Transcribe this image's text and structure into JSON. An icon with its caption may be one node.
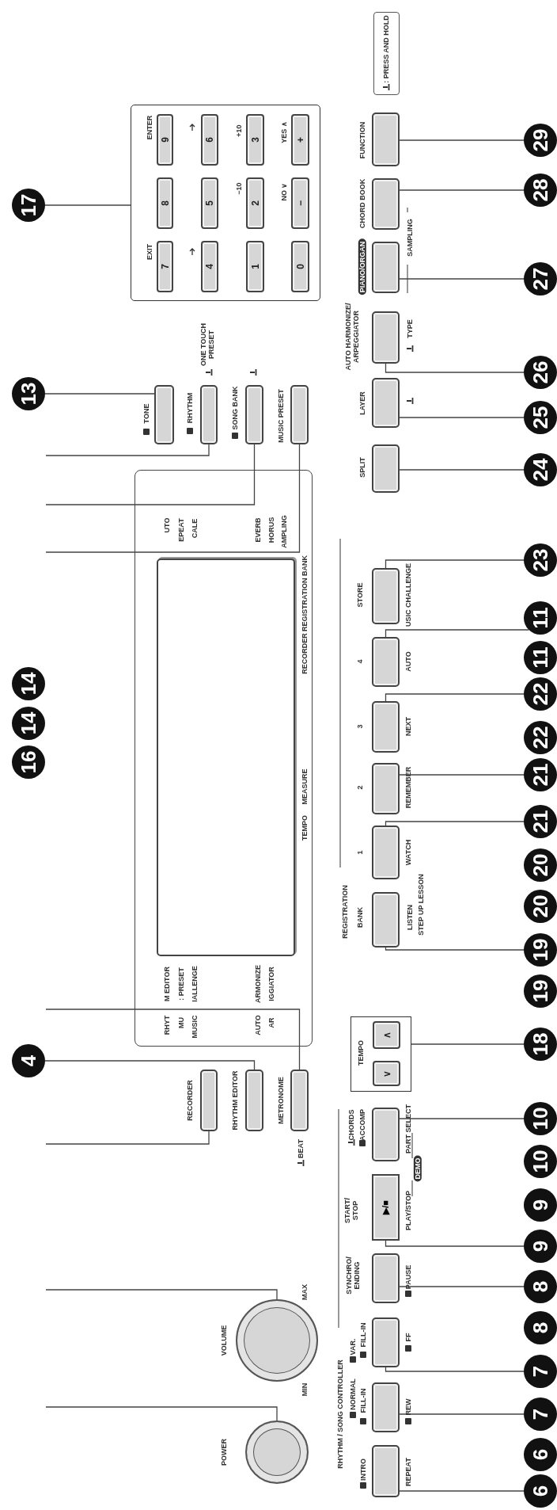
{
  "diagram": {
    "nodes": [
      {
        "text": [],
        "shape": "box"
      },
      {
        "text": [
          "7"
        ],
        "in": 0,
        "beside": [
          "EXIT"
        ]
      },
      {
        "text": [
          "8"
        ],
        "in": 0
      },
      {
        "text": [
          "9"
        ],
        "in": 0,
        "beside": [
          "ENTER"
        ]
      },
      {
        "text": [
          "4"
        ],
        "in": 0
      },
      {
        "text": [
          "5"
        ],
        "in": 0
      },
      {
        "text": [
          "6"
        ],
        "in": 0
      },
      {
        "text": [
          "1"
        ],
        "in": 0
      },
      {
        "text": [
          "2"
        ],
        "in": 0,
        "beside": [
          "−10"
        ]
      },
      {
        "text": [
          "3"
        ],
        "in": 0,
        "beside": [
          "+10"
        ]
      },
      {
        "text": [
          "0"
        ],
        "in": 0
      },
      {
        "text": [
          "−"
        ],
        "in": 0,
        "beside": [
          "NO ∨"
        ]
      },
      {
        "text": [
          "+"
        ],
        "in": 0,
        "beside": [
          "YES ∧"
        ]
      },
      {
        "text": [
          "17"
        ]
      },
      {
        "text": [],
        "shape": "box",
        "beside": [
          "TONE"
        ]
      },
      {
        "text": [
          "13"
        ]
      },
      {
        "text": [],
        "shape": "box",
        "beside": [
          "RHYTHM",
          "ONE TOUCH PRESET"
        ]
      },
      {
        "text": [],
        "shape": "box",
        "beside": [
          "SONG BANK"
        ]
      },
      {
        "text": [],
        "shape": "box",
        "beside": [
          "MUSIC PRESET"
        ]
      },
      {
        "text": [
          "RHYT",
          "M EDITOR",
          "UTO",
          "MU",
          ": PRESET",
          "EPEAT",
          "MUSIC",
          "IALLENGE",
          "CALE",
          "AUTO",
          "ARMONIZE",
          "EVERB",
          "AR",
          "IGGIATOR",
          "HORUS",
          "AMPLING",
          "TEMPO",
          "MEASURE",
          "RECORDER",
          "REGISTRATION BANK"
        ]
      },
      {
        "text": [],
        "shape": "box",
        "in": 19
      },
      {
        "text": [
          "4"
        ]
      },
      {
        "text": [],
        "shape": "box",
        "beside": [
          "RECORDER"
        ]
      },
      {
        "text": [],
        "shape": "box",
        "beside": [
          "RHYTHM EDITOR"
        ]
      },
      {
        "text": [],
        "shape": "box",
        "beside": [
          "METRONOME",
          "BEAT"
        ]
      },
      {
        "text": [],
        "shape": "circle",
        "beside": [
          "VOLUME",
          "MAX",
          "MIN"
        ]
      },
      {
        "text": [],
        "shape": "circle",
        "beside": [
          "POWER"
        ]
      },
      {
        "text": [],
        "shape": "box",
        "beside": [
          "FUNCTION"
        ]
      },
      {
        "text": [],
        "shape": "box",
        "beside": [
          "CHORD BOOK"
        ]
      },
      {
        "text": [],
        "shape": "box",
        "beside": [
          "PIANO/ORGAN"
        ]
      },
      {
        "text": [],
        "shape": "box",
        "beside": [
          "AUTO HARMONIZE/ ARPEGGIATOR",
          "TYPE"
        ]
      },
      {
        "text": [],
        "shape": "box",
        "beside": [
          "LAYER"
        ]
      },
      {
        "text": [],
        "shape": "box",
        "beside": [
          "SPLIT"
        ]
      },
      {
        "text": [],
        "shape": "box",
        "beside": [
          "STORE",
          "USIC CHALLENGE"
        ]
      },
      {
        "text": [],
        "shape": "box",
        "beside": [
          "4",
          "AUTO"
        ]
      },
      {
        "text": [],
        "shape": "box",
        "beside": [
          "3",
          "NEXT"
        ]
      },
      {
        "text": [],
        "shape": "box",
        "beside": [
          "2",
          "REMEMBER"
        ]
      },
      {
        "text": [],
        "shape": "box",
        "beside": [
          "1",
          "WATCH"
        ]
      },
      {
        "text": [],
        "shape": "box",
        "beside": [
          "BANK",
          "LISTEN"
        ]
      },
      {
        "text": [
          "TEMPO"
        ]
      },
      {
        "text": [
          "∨"
        ],
        "in": 39
      },
      {
        "text": [
          "∧"
        ],
        "in": 39
      },
      {
        "text": [],
        "shape": "box",
        "beside": [
          "CHORDS",
          "ACCOMP",
          "PART SELECT"
        ]
      },
      {
        "text": [
          "▶/■"
        ],
        "beside": [
          "START/ STOP",
          "PLAY/STOP"
        ]
      },
      {
        "text": [],
        "shape": "box",
        "beside": [
          "SYNCHRO/ ENDING",
          "PAUSE"
        ]
      },
      {
        "text": [],
        "shape": "box",
        "beside": [
          "VAR.",
          "FILL-IN",
          "FF"
        ]
      },
      {
        "text": [],
        "shape": "box",
        "beside": [
          "NORMAL",
          "FILL-IN",
          "REW"
        ]
      },
      {
        "text": [],
        "shape": "box",
        "beside": [
          "INTRO",
          "REPEAT"
        ]
      },
      {
        "text": [
          "29"
        ]
      },
      {
        "text": [
          "28"
        ]
      },
      {
        "text": [
          "27"
        ]
      },
      {
        "text": [
          "26"
        ]
      },
      {
        "text": [
          "25"
        ]
      },
      {
        "text": [
          "24"
        ]
      },
      {
        "text": [
          "23"
        ]
      },
      {
        "text": [
          "11"
        ]
      },
      {
        "text": [
          "22"
        ]
      },
      {
        "text": [
          "21"
        ]
      },
      {
        "text": [
          "21"
        ]
      },
      {
        "text": [
          "19"
        ]
      },
      {
        "text": [
          "18"
        ]
      },
      {
        "text": [
          "10"
        ]
      },
      {
        "text": [
          "9"
        ]
      },
      {
        "text": [
          "8"
        ]
      },
      {
        "text": [
          "7"
        ]
      },
      {
        "text": [
          "7"
        ]
      },
      {
        "text": [
          "6"
        ]
      },
      {
        "text": [
          "16"
        ]
      },
      {
        "text": [
          "14"
        ]
      },
      {
        "text": [
          "14"
        ]
      },
      {
        "text": [
          "6"
        ]
      },
      {
        "text": [
          "8"
        ]
      },
      {
        "text": [
          "9"
        ]
      },
      {
        "text": [
          "10"
        ]
      },
      {
        "text": [
          "19"
        ]
      },
      {
        "text": [
          "20"
        ]
      },
      {
        "text": [
          "20"
        ]
      },
      {
        "text": [
          "22"
        ]
      },
      {
        "text": [
          "11"
        ]
      }
    ],
    "edges": [
      {
        "from": 13,
        "to": 0,
        "arrow": "none"
      },
      {
        "from": 15,
        "to": 14,
        "arrow": "none"
      },
      {
        "from": null,
        "to": 16,
        "arrow": "none"
      },
      {
        "from": null,
        "to": 17,
        "arrow": "none"
      },
      {
        "from": null,
        "to": 18,
        "arrow": "none"
      },
      {
        "from": null,
        "to": 24,
        "arrow": "none"
      },
      {
        "from": 21,
        "to": 23,
        "arrow": "none"
      },
      {
        "from": null,
        "to": 22,
        "arrow": "none"
      },
      {
        "from": null,
        "to": 25,
        "arrow": "none"
      },
      {
        "from": null,
        "to": 26,
        "arrow": "none"
      },
      {
        "from": 48,
        "to": 27,
        "arrow": "none"
      },
      {
        "from": 49,
        "to": 28,
        "arrow": "none"
      },
      {
        "from": 50,
        "to": 29,
        "arrow": "none"
      },
      {
        "from": 51,
        "to": 30,
        "arrow": "none"
      },
      {
        "from": 52,
        "to": 31,
        "arrow": "none"
      },
      {
        "from": 53,
        "to": 32,
        "arrow": "none"
      },
      {
        "from": 54,
        "to": 33,
        "arrow": "none"
      },
      {
        "from": 55,
        "to": 34,
        "arrow": "none"
      },
      {
        "from": 56,
        "to": 35,
        "arrow": "none"
      },
      {
        "from": 57,
        "to": 36,
        "arrow": "none"
      },
      {
        "from": 58,
        "to": 37,
        "arrow": "none"
      },
      {
        "from": 59,
        "to": 38,
        "arrow": "none"
      },
      {
        "from": 60,
        "to": 39,
        "arrow": "none"
      },
      {
        "from": 61,
        "to": 42,
        "arrow": "none"
      },
      {
        "from": 62,
        "to": 43,
        "arrow": "none"
      },
      {
        "from": 63,
        "to": 44,
        "arrow": "none"
      },
      {
        "from": 64,
        "to": 45,
        "arrow": "none"
      },
      {
        "from": 65,
        "to": 46,
        "arrow": "none"
      },
      {
        "from": 66,
        "to": 47,
        "arrow": "none"
      }
    ],
    "labels": [
      "REGISTRATION",
      "STEP UP LESSON",
      "SAMPLING",
      "DEMO",
      "RHYTHM / SONG CONTROLLER"
    ],
    "legend": [
      {
        "text": ": PRESS AND HOLD"
      }
    ]
  }
}
